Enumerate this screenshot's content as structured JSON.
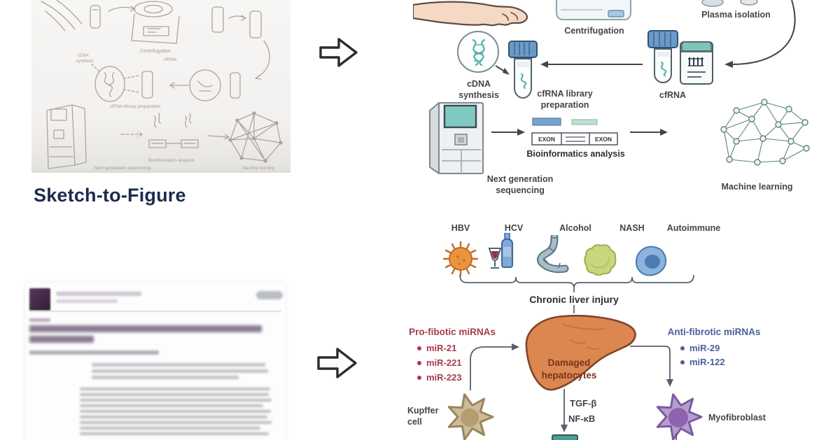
{
  "left_column": {
    "caption": "Sketch-to-Figure",
    "sketch_labels": {
      "centrifugation": "Centrifugation",
      "cfrna": "cfRNA",
      "cdna_line1": "cDNA",
      "cdna_line2": "synthesis",
      "library_prep": "cfRNA library preparation",
      "bioinformatics": "Bioinformatics analysis",
      "ngs": "Next generation sequencing",
      "machine_learning": "Machine learning"
    }
  },
  "workflow_figure": {
    "labels": {
      "centrifugation": "Centrifugation",
      "plasma_isolation": "Plasma isolation",
      "cdna_synthesis": "cDNA synthesis",
      "library_prep": "cfRNA library preparation",
      "cfrna": "cfRNA",
      "ngs": "Next generation sequencing",
      "bioinformatics": "Bioinformatics analysis",
      "machine_learning": "Machine learning",
      "exon": "EXON"
    }
  },
  "liver_figure": {
    "causes": [
      {
        "label": "HBV"
      },
      {
        "label": "HCV"
      },
      {
        "label": "Alcohol"
      },
      {
        "label": "NASH"
      },
      {
        "label": "Autoimmune"
      }
    ],
    "chronic_liver_injury": "Chronic liver injury",
    "damaged_hepatocytes": "Damaged hepatocytes",
    "pro_fibrotic": {
      "heading": "Pro-fibotic miRNAs",
      "items": [
        "miR-21",
        "miR-221",
        "miR-223"
      ]
    },
    "anti_fibrotic": {
      "heading": "Anti-fibrotic miRNAs",
      "items": [
        "miR-29",
        "miR-122"
      ]
    },
    "kupffer_cell": "Kupffer cell",
    "myofibroblast": "Myofibroblast",
    "tgf": "TGF-β",
    "nfkb": "NF-κB"
  },
  "colors": {
    "accent_navy": "#1d2a4d",
    "pro_red": "#a53c50",
    "anti_blue": "#48609c",
    "liver_orange": "#dd8750",
    "teal": "#4db3a2"
  }
}
